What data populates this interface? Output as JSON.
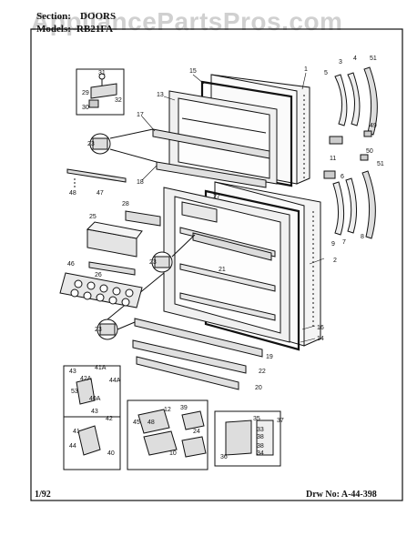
{
  "header": {
    "section_label": "Section:",
    "section_value": "DOORS",
    "models_label": "Models:",
    "models_value": "RB21FA"
  },
  "watermark": "AppliancePartsPros.com",
  "footer": {
    "date": "1/92",
    "drawing_number": "Drw No: A-44-398"
  },
  "part_numbers": {
    "p1": "1",
    "p2": "2",
    "p3": "3",
    "p4": "4",
    "p5": "5",
    "p6": "6",
    "p7": "7",
    "p8": "8",
    "p9": "9",
    "p10": "10",
    "p11": "11",
    "p12": "12",
    "p13": "13",
    "p14": "14",
    "p15": "15",
    "p16": "16",
    "p17": "17",
    "p18": "18",
    "p19": "19",
    "p20": "20",
    "p21": "21",
    "p22": "22",
    "p23a": "23",
    "p23b": "23",
    "p23c": "23",
    "p24": "24",
    "p25": "25",
    "p26": "26",
    "p27": "27",
    "p28": "28",
    "p29": "29",
    "p30": "30",
    "p31": "31",
    "p32": "32",
    "p33": "33",
    "p34": "34",
    "p35": "35",
    "p36": "36",
    "p37": "37",
    "p38a": "38",
    "p38b": "38",
    "p39": "39",
    "p40": "40",
    "p40a": "40A",
    "p41": "41",
    "p41a": "41A",
    "p42": "42",
    "p42a": "42A",
    "p43a": "43",
    "p43b": "43",
    "p44": "44",
    "p44a": "44A",
    "p45": "45",
    "p46": "46",
    "p47": "47",
    "p48": "48",
    "p48b": "48",
    "p49": "49",
    "p50": "50",
    "p51a": "51",
    "p51b": "51",
    "p53": "53"
  }
}
